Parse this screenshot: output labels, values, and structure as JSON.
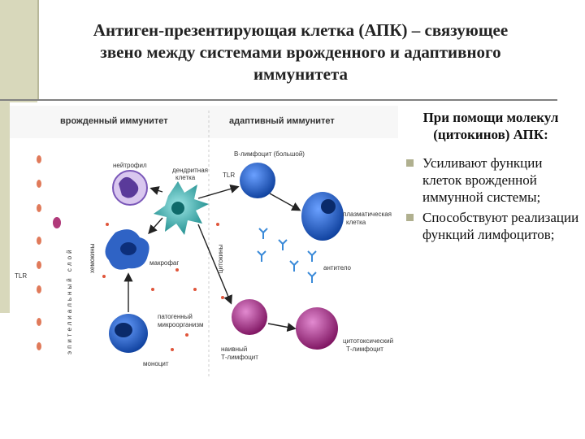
{
  "slide": {
    "title_lines": [
      "Антиген-презентирующая клетка (АПК) – связующее",
      "звено между системами врожденного и адаптивного",
      "иммунитета"
    ]
  },
  "figure": {
    "header_innate": "врожденный иммунитет",
    "header_adaptive": "адаптивный иммунитет",
    "labels": {
      "neutrophil": "нейтрофил",
      "dendritic_1": "дендритная",
      "dendritic_2": "клетка",
      "macrophage": "макрофаг",
      "monocyte": "моноцит",
      "pathogen_1": "патогенный",
      "pathogen_2": "микроорганизм",
      "b_lymphocyte": "В-лимфоцит (большой)",
      "tlr_top": "TLR",
      "tlr_left": "TLR",
      "plasma_1": "плазматическая",
      "plasma_2": "клетка",
      "antibody": "антитело",
      "naive_1": "наивный",
      "naive_2": "Т-лимфоцит",
      "cytotoxic_1": "цитотоксический",
      "cytotoxic_2": "Т-лимфоцит",
      "chemokines": "хемокины",
      "cytokines": "цитокины",
      "epithelium": "эпителиальный слой"
    }
  },
  "side": {
    "heading": "При помощи молекул (цитокинов) АПК:",
    "bullets": [
      "Усиливают функции клеток врожденной иммунной системы;",
      "Способствуют реализации функций лимфоцитов;"
    ]
  },
  "colors": {
    "band": "#d8d8bb",
    "bullet": "#b0b08f",
    "b_cell": "#1d5fc0",
    "t_cell": "#a0237a",
    "dendritic": "#2aa6a6",
    "macrophage": "#2255aa",
    "neutrophil": "#7a57b8"
  }
}
